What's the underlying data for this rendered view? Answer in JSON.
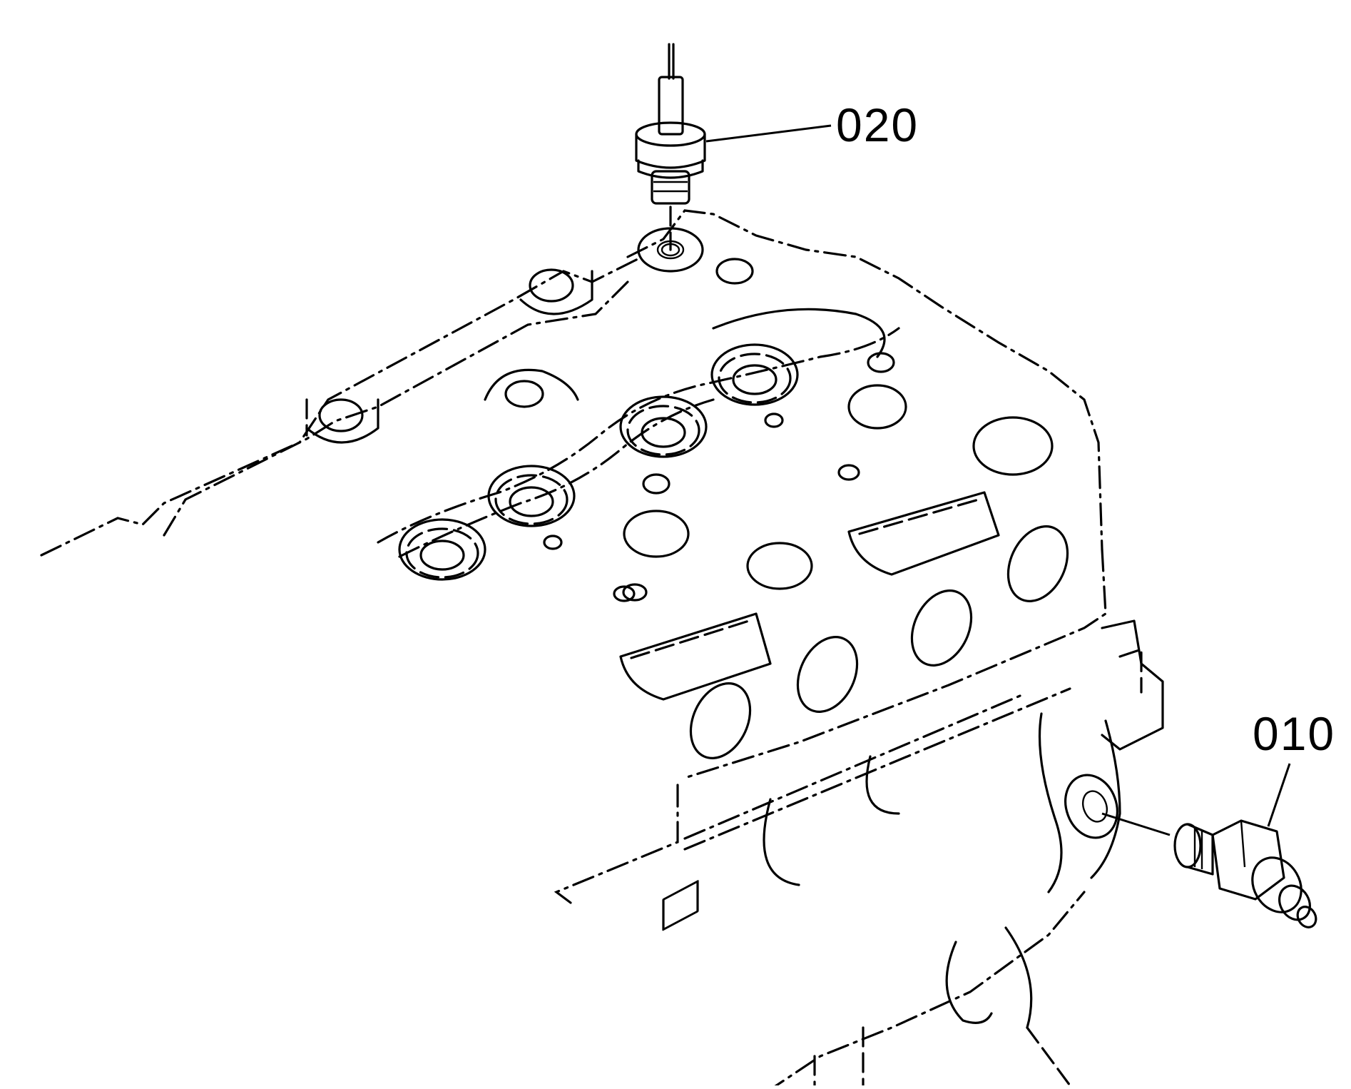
{
  "diagram": {
    "type": "exploded parts illustration",
    "subject": "engine cylinder block with sensor/switch fittings",
    "style": "black line art on white",
    "colors": {
      "background": "#ffffff",
      "lines": "#000000"
    },
    "callouts": [
      {
        "id": "020",
        "label": "020",
        "part": "temperature sender (top, threaded into block)"
      },
      {
        "id": "010",
        "label": "010",
        "part": "pressure switch (side, threaded into block)"
      }
    ]
  }
}
